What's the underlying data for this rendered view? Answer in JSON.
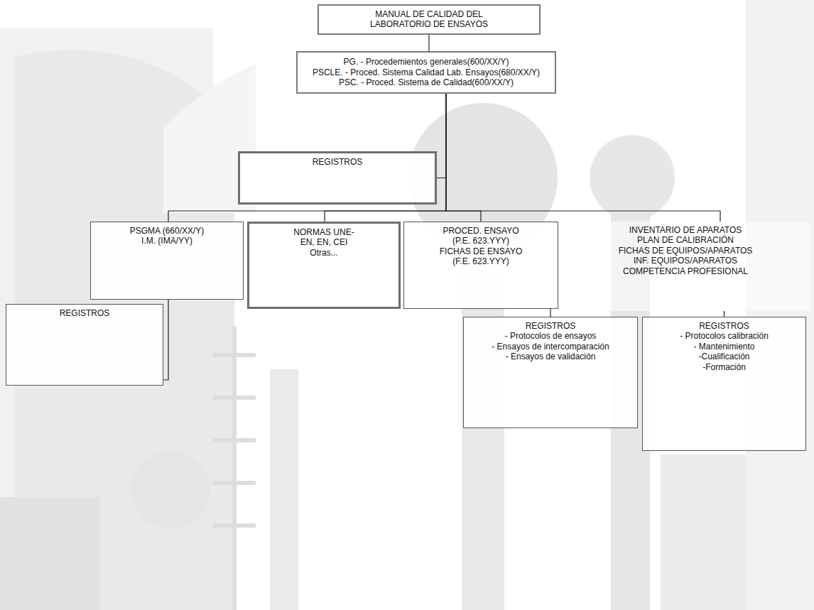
{
  "diagram": {
    "nodes": [
      {
        "text": [
          "MANUAL DE CALIDAD DEL LABORATORIO DE ENSAYOS"
        ]
      },
      {
        "text": [
          "PG. - Procedemientos generales(600/XX/Y)",
          "PSCLE. - Proced. Sistema Calidad Lab. Ensayos(680/XX/Y)",
          "PSC. - Proced. Sistema de Calidad(600/XX/Y)"
        ]
      },
      {
        "text": [
          "REGISTROS"
        ]
      },
      {
        "text": [
          "PSGMA (660/XX/Y)",
          "I.M. (IMA/YY)"
        ]
      },
      {
        "text": [
          "REGISTROS"
        ]
      },
      {
        "text": [
          "NORMAS UNE-EN, EN, CEI",
          "Otras..."
        ]
      },
      {
        "text": [
          "PROCED. ENSAYO (P.E. 623.YYY)",
          "FICHAS DE ENSAYO (F.E. 623.YYY)"
        ]
      },
      {
        "text": [
          "REGISTROS",
          "- Protocolos de ensayos",
          "- Ensayos de intercomparación",
          "- Ensayos de validación"
        ]
      },
      {
        "text": [
          "INVENTARIO DE APARATOS",
          "PLAN DE CALIBRACIÓN",
          "FICHAS DE EQUIPOS/APARATOS",
          "INF. EQUIPOS/APARATOS",
          "COMPETENCIA PROFESIONAL"
        ]
      },
      {
        "text": [
          "REGISTROS",
          "- Protocolos calibración",
          "- Mantenimiento",
          "-Cualificación",
          "-Formación"
        ]
      }
    ],
    "edges": [
      {
        "from": 0,
        "to": 1,
        "arrow": "none"
      },
      {
        "from": 1,
        "to": 2,
        "arrow": "none"
      },
      {
        "from": 1,
        "to": 3,
        "arrow": "none"
      },
      {
        "from": 1,
        "to": 5,
        "arrow": "none"
      },
      {
        "from": 1,
        "to": 6,
        "arrow": "none"
      },
      {
        "from": 1,
        "to": 8,
        "arrow": "none"
      },
      {
        "from": 3,
        "to": 4,
        "arrow": "none"
      },
      {
        "from": 6,
        "to": 7,
        "arrow": "none"
      },
      {
        "from": 8,
        "to": 9,
        "arrow": "none"
      }
    ]
  }
}
